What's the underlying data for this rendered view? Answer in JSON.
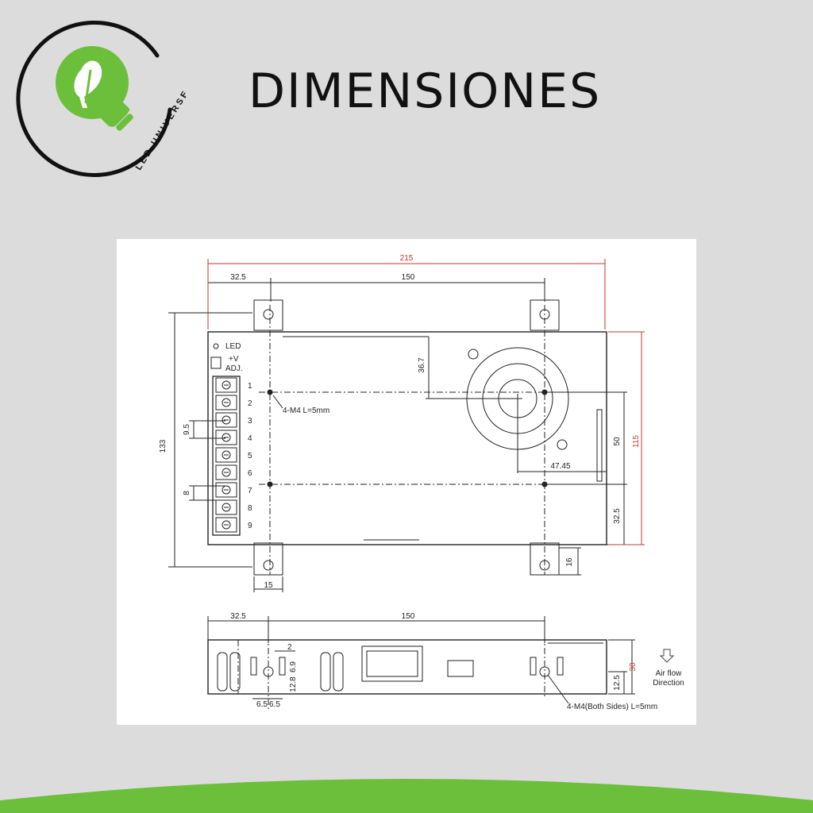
{
  "logo": {
    "brand_text": "LED UNIVERSE",
    "accent_color": "#6cbf3a"
  },
  "title": "DIMENSIONES",
  "drawing": {
    "top_view": {
      "overall_width": "215",
      "left_offset": "32.5",
      "hole_spacing": "150",
      "overall_depth": "133",
      "body_depth": "115",
      "fan_offset_top": "36.7",
      "fan_offset_side": "47.45",
      "hole_vertical": "50",
      "hole_from_bottom": "32.5",
      "foot_width": "15",
      "foot_height": "16",
      "pitch_a": "9.5",
      "pitch_b": "8",
      "mount_label": "4-M4 L=5mm",
      "panel_led": "LED",
      "panel_v": "+V",
      "panel_adj": "ADJ.",
      "terminals": [
        "1",
        "2",
        "3",
        "4",
        "5",
        "6",
        "7",
        "8",
        "9"
      ]
    },
    "side_view": {
      "left_offset": "32.5",
      "hole_spacing": "150",
      "dim_2": "2",
      "dim_69": "6.9",
      "dim_128": "12.8",
      "dim_65a": "6.5",
      "dim_65b": "6.5",
      "height": "30",
      "hole_height": "12.5",
      "mount_label": "4-M4(Both Sides) L=5mm",
      "airflow_line1": "Air flow",
      "airflow_line2": "Direction"
    }
  },
  "footer": {
    "wave_color": "#6cbf3a"
  }
}
